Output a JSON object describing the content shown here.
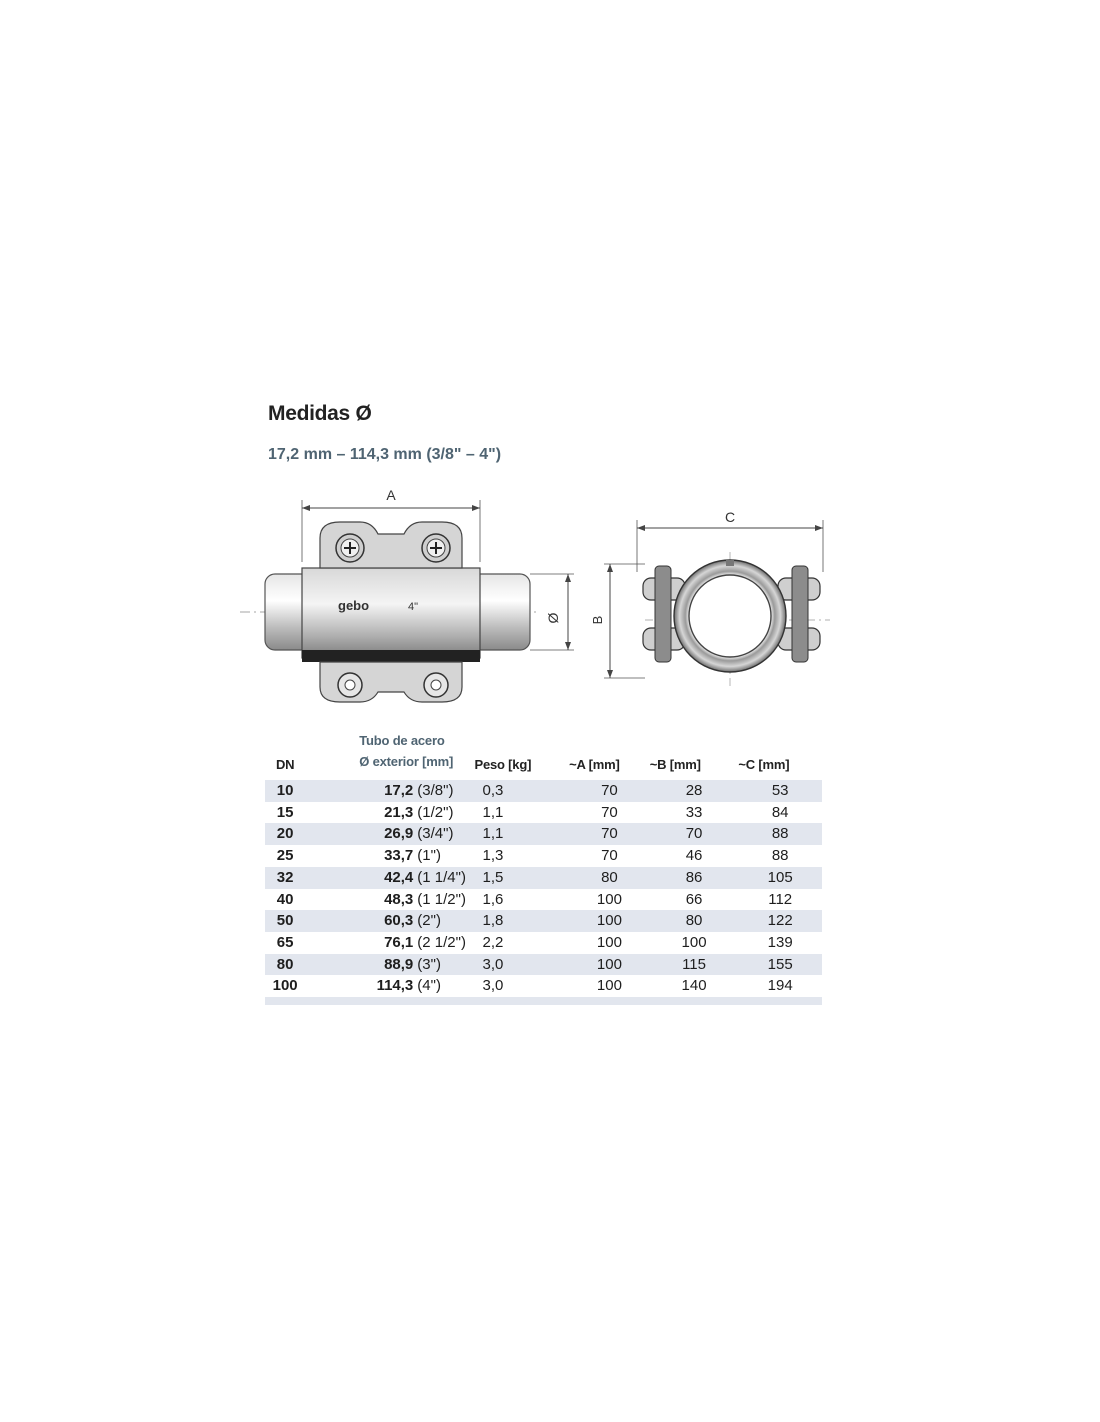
{
  "heading": {
    "title": "Medidas Ø",
    "subtitle": "17,2 mm – 114,3 mm (3/8\" – 4\")"
  },
  "drawing": {
    "dim_a": "A",
    "dim_diameter": "Ø",
    "dim_b": "B",
    "dim_c": "C",
    "body_marking": "gebo",
    "body_size": "4\""
  },
  "table": {
    "headers": {
      "dn": "DN",
      "tube_line1": "Tubo de acero",
      "tube_line2": "Ø exterior [mm]",
      "peso": "Peso [kg]",
      "a": "~A [mm]",
      "b": "~B [mm]",
      "c": "~C [mm]"
    },
    "rows": [
      {
        "dn": "10",
        "mm": "17,2",
        "inch": "(3/8\")",
        "peso": "0,3",
        "a": "70",
        "b": "28",
        "c": "53"
      },
      {
        "dn": "15",
        "mm": "21,3",
        "inch": "(1/2\")",
        "peso": "1,1",
        "a": "70",
        "b": "33",
        "c": "84"
      },
      {
        "dn": "20",
        "mm": "26,9",
        "inch": "(3/4\")",
        "peso": "1,1",
        "a": "70",
        "b": "70",
        "c": "88"
      },
      {
        "dn": "25",
        "mm": "33,7",
        "inch": "(1\")",
        "peso": "1,3",
        "a": "70",
        "b": "46",
        "c": "88"
      },
      {
        "dn": "32",
        "mm": "42,4",
        "inch": "(1 1/4\")",
        "peso": "1,5",
        "a": "80",
        "b": "86",
        "c": "105"
      },
      {
        "dn": "40",
        "mm": "48,3",
        "inch": "(1 1/2\")",
        "peso": "1,6",
        "a": "100",
        "b": "66",
        "c": "112"
      },
      {
        "dn": "50",
        "mm": "60,3",
        "inch": "(2\")",
        "peso": "1,8",
        "a": "100",
        "b": "80",
        "c": "122"
      },
      {
        "dn": "65",
        "mm": "76,1",
        "inch": "(2 1/2\")",
        "peso": "2,2",
        "a": "100",
        "b": "100",
        "c": "139"
      },
      {
        "dn": "80",
        "mm": "88,9",
        "inch": "(3\")",
        "peso": "3,0",
        "a": "100",
        "b": "115",
        "c": "155"
      },
      {
        "dn": "100",
        "mm": "114,3",
        "inch": "(4\")",
        "peso": "3,0",
        "a": "100",
        "b": "140",
        "c": "194"
      }
    ]
  }
}
